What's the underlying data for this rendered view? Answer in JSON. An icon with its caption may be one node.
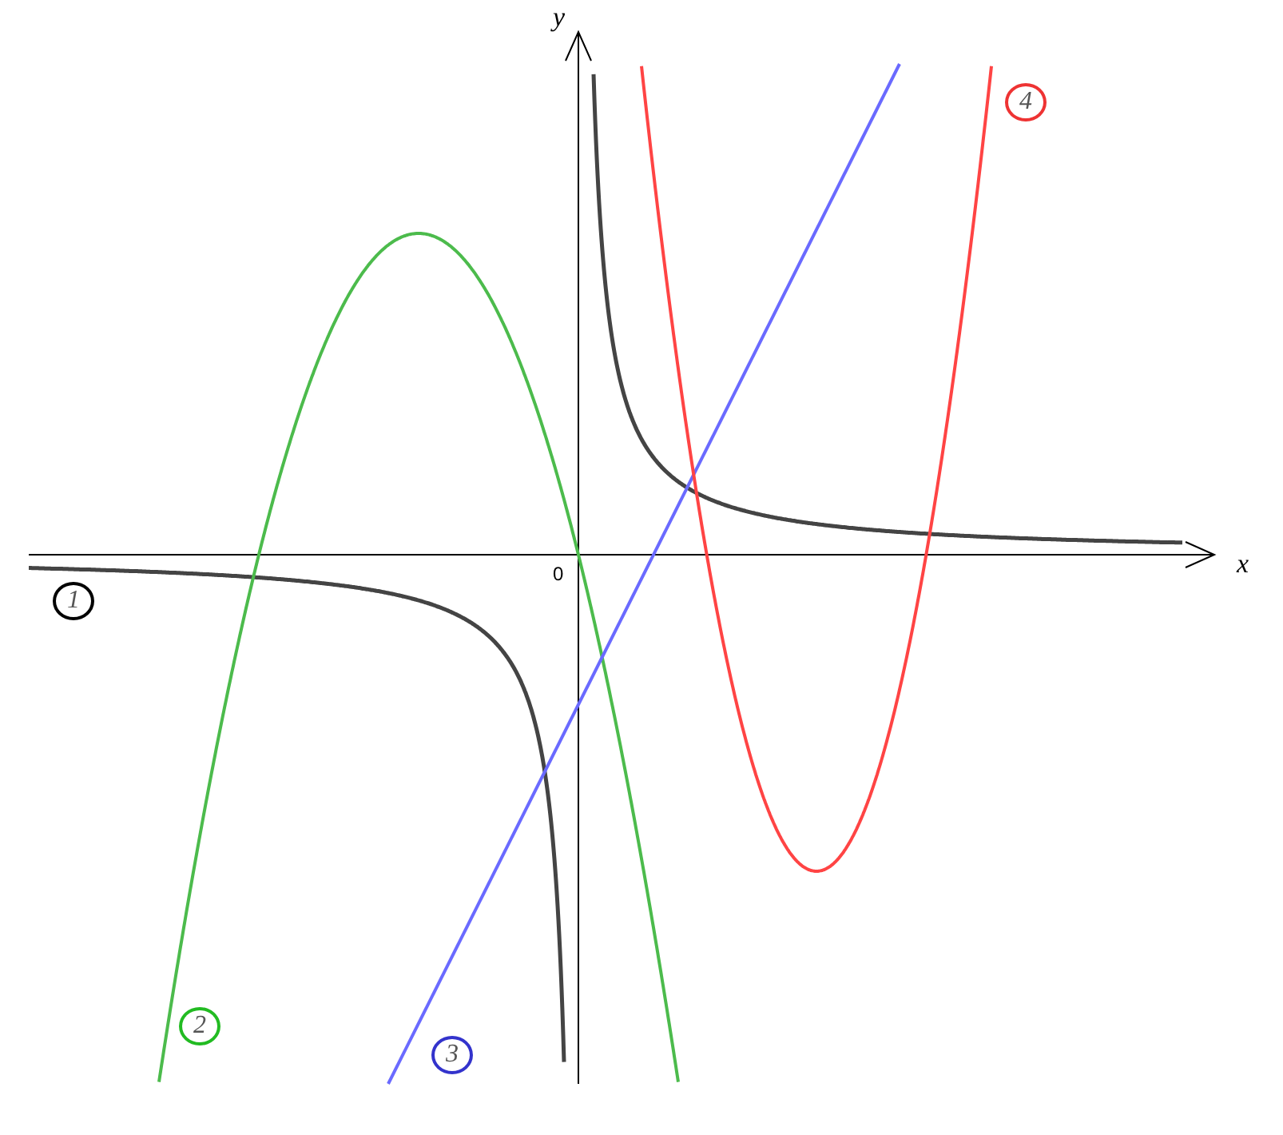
{
  "diagram": {
    "labels": [
      "y",
      "4",
      "x",
      "0",
      "1",
      "2",
      "3"
    ]
  }
}
